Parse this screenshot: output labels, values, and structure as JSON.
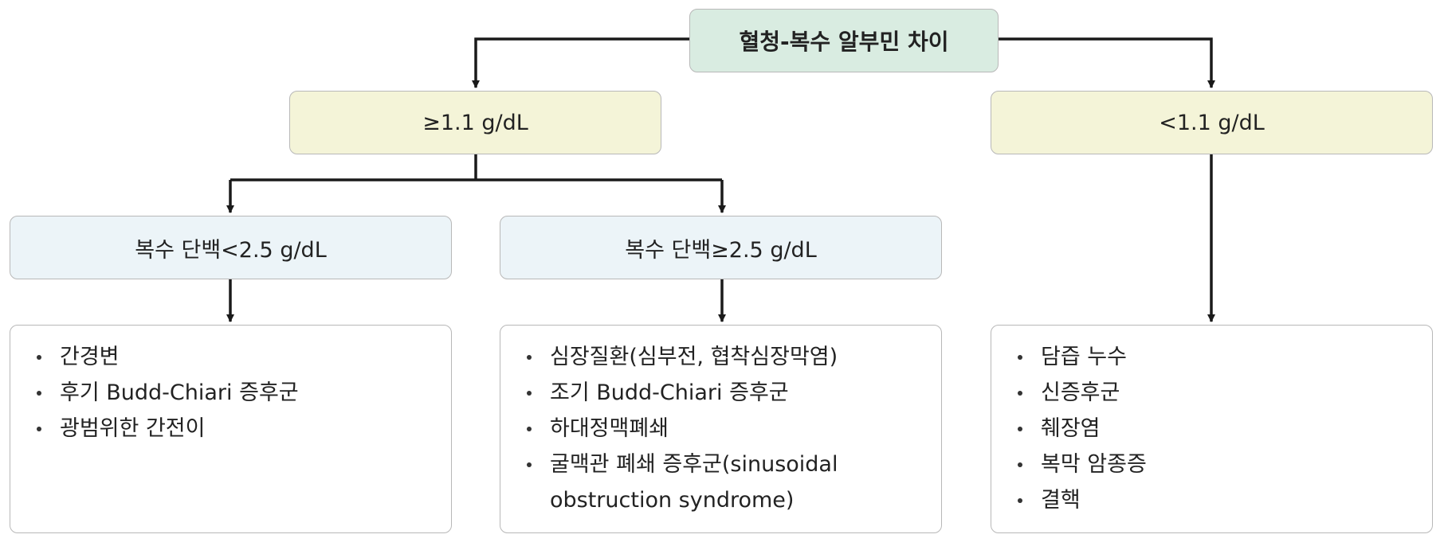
{
  "root": {
    "label": "혈청-복수 알부민 차이"
  },
  "high": {
    "label": "≥1.1 g/dL"
  },
  "low": {
    "label": "<1.1 g/dL"
  },
  "protein_low": {
    "label": "복수 단백<2.5 g/dL"
  },
  "protein_high": {
    "label": "복수 단백≥2.5 g/dL"
  },
  "lists": {
    "left": [
      "간경변",
      "후기 Budd-Chiari 증후군",
      "광범위한 간전이"
    ],
    "middle": [
      "심장질환(심부전, 협착심장막염)",
      "조기 Budd-Chiari 증후군",
      "하대정맥폐쇄",
      "굴맥관 폐쇄 증후군(sinusoidal obstruction syndrome)"
    ],
    "right": [
      "담즙 누수",
      "신증후군",
      "췌장염",
      "복막 암종증",
      "결핵"
    ]
  },
  "colors": {
    "root_fill": "#d9ece1",
    "level_fill": "#f4f4d8",
    "protein_fill": "#ecf4f8",
    "border": "#b8b8b8",
    "connector": "#1a1a1a"
  }
}
